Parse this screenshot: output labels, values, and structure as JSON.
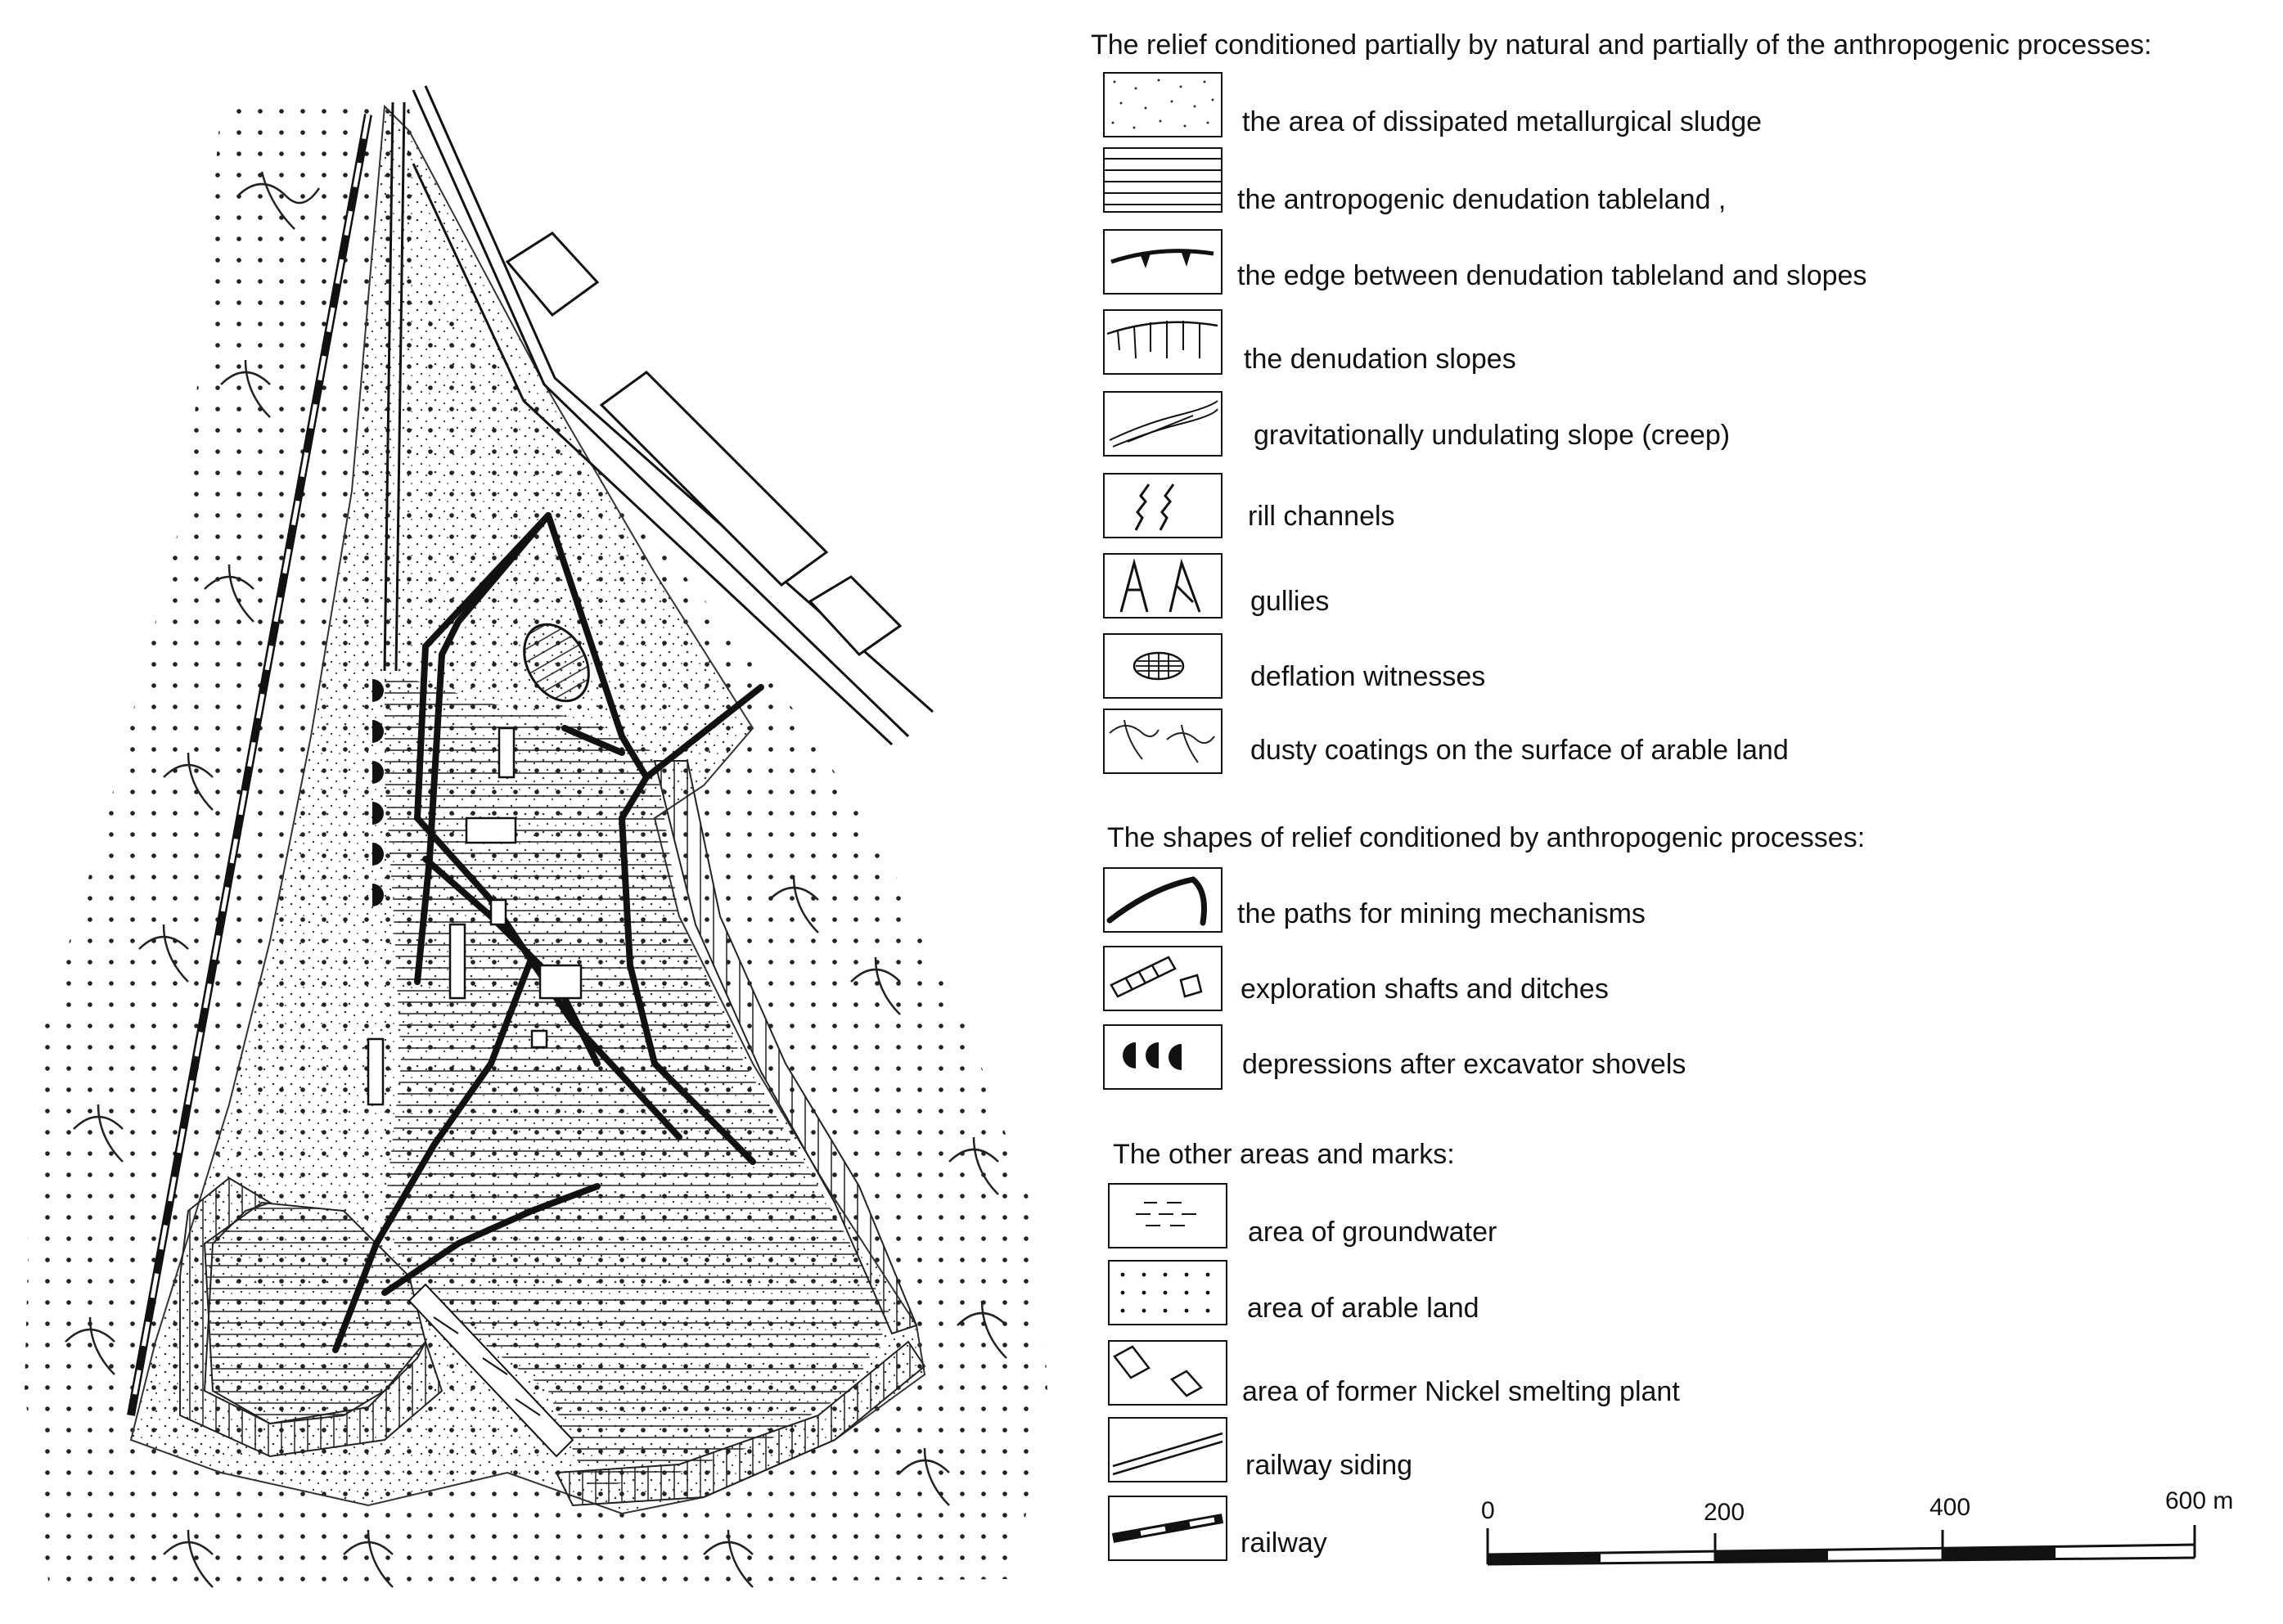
{
  "legend": {
    "sections": [
      {
        "title": "The relief conditioned partially by natural and partially of the anthropogenic processes:",
        "items": [
          {
            "symbol": "dots-sparse-icon",
            "label": "the area of dissipated metallurgical sludge"
          },
          {
            "symbol": "horizontal-lines-icon",
            "label": "the antropogenic denudation tableland ,"
          },
          {
            "symbol": "edge-ticks-icon",
            "label": "the edge between denudation tableland and slopes"
          },
          {
            "symbol": "slope-ticks-icon",
            "label": "the denudation slopes"
          },
          {
            "symbol": "creep-lines-icon",
            "label": "gravitationally undulating slope (creep)"
          },
          {
            "symbol": "rill-icon",
            "label": "rill channels"
          },
          {
            "symbol": "gully-icon",
            "label": "gullies"
          },
          {
            "symbol": "deflation-icon",
            "label": "deflation witnesses"
          },
          {
            "symbol": "dust-icon",
            "label": "dusty coatings on the surface of arable land"
          }
        ]
      },
      {
        "title": "The shapes of relief conditioned by anthropogenic processes:",
        "items": [
          {
            "symbol": "path-icon",
            "label": "the paths for mining mechanisms"
          },
          {
            "symbol": "shaft-icon",
            "label": "exploration shafts and ditches"
          },
          {
            "symbol": "shovel-icon",
            "label": "depressions after excavator shovels"
          }
        ]
      },
      {
        "title": "The other areas and marks:",
        "items": [
          {
            "symbol": "groundwater-icon",
            "label": "area of groundwater"
          },
          {
            "symbol": "arable-icon",
            "label": "area of arable land"
          },
          {
            "symbol": "plant-icon",
            "label": "area of former Nickel smelting plant"
          },
          {
            "symbol": "siding-icon",
            "label": "railway siding"
          },
          {
            "symbol": "railway-icon",
            "label": "railway"
          }
        ]
      }
    ]
  },
  "scale": {
    "labels": [
      "0",
      "200",
      "400",
      "600 m"
    ]
  }
}
